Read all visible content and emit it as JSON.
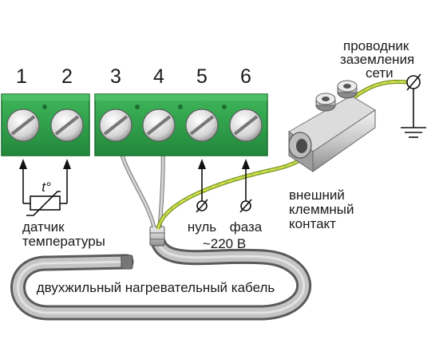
{
  "terminals": [
    "1",
    "2",
    "3",
    "4",
    "5",
    "6"
  ],
  "labels": {
    "ground_1": "проводник",
    "ground_2": "заземления",
    "ground_3": "сети",
    "sensor_1": "датчик",
    "sensor_2": "температуры",
    "temp_symbol": "t°",
    "neutral": "нуль",
    "phase": "фаза",
    "voltage": "~220 В",
    "ext_1": "внешний",
    "ext_2": "клеммный",
    "ext_3": "контакт",
    "cable": "двухжильный нагревательный кабель"
  },
  "colors": {
    "terminal_block": "#2e9e4a",
    "terminal_block_dark": "#1f7a35",
    "screw": "#d9d9d9",
    "ground_wire": "#a8c83a",
    "cable_sheath": "#9a9a9a",
    "wire_core": "#b8b8b8"
  }
}
